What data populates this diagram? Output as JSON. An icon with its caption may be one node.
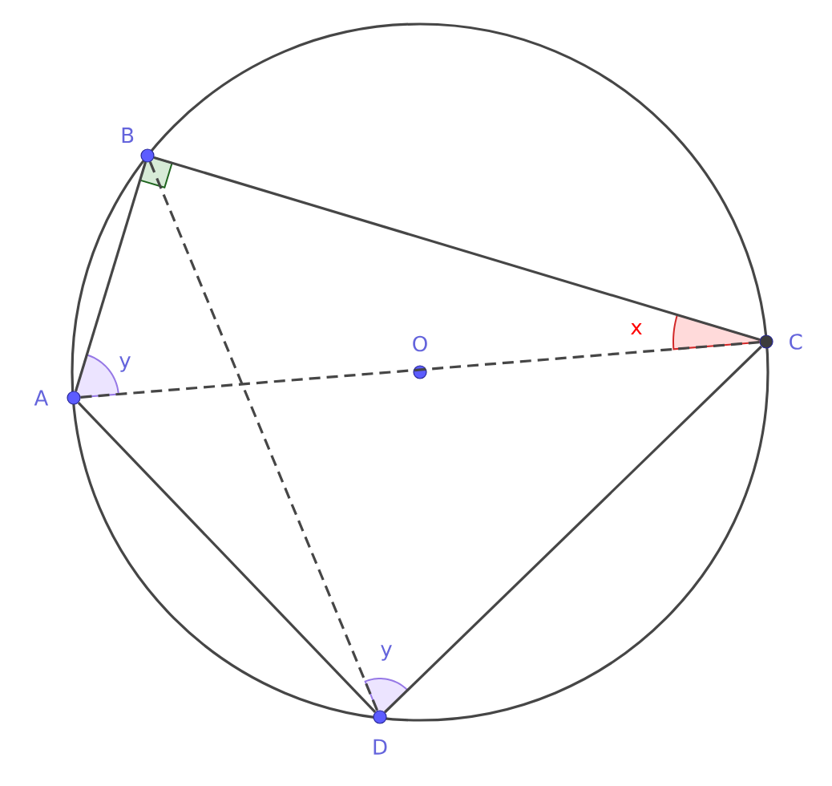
{
  "diagram": {
    "nodes": [
      {
        "text": [
          "A"
        ]
      },
      {
        "text": [
          "B"
        ]
      },
      {
        "text": [
          "C"
        ]
      },
      {
        "text": [
          "D"
        ]
      },
      {
        "text": [
          "O"
        ]
      }
    ],
    "edges": [
      {
        "from": 0,
        "to": 1,
        "arrow": "none"
      },
      {
        "from": 1,
        "to": 2,
        "arrow": "none"
      },
      {
        "from": 2,
        "to": 3,
        "arrow": "none"
      },
      {
        "from": 3,
        "to": 0,
        "arrow": "none"
      },
      {
        "from": 0,
        "to": 2,
        "arrow": "none",
        "style": "dashed"
      },
      {
        "from": 1,
        "to": 3,
        "arrow": "none",
        "style": "dashed"
      }
    ],
    "labels": [
      "x",
      "y",
      "y"
    ]
  }
}
